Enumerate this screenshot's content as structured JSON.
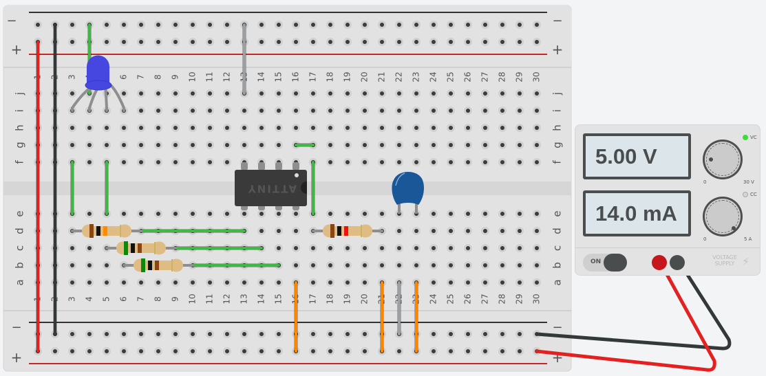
{
  "breadboard": {
    "columns": [
      "1",
      "2",
      "3",
      "4",
      "5",
      "6",
      "7",
      "8",
      "9",
      "10",
      "11",
      "12",
      "13",
      "14",
      "15",
      "16",
      "17",
      "18",
      "19",
      "20",
      "21",
      "22",
      "23",
      "24",
      "25",
      "26",
      "27",
      "28",
      "29",
      "30"
    ],
    "rows_top": [
      "j",
      "i",
      "h",
      "g",
      "f"
    ],
    "rows_bottom": [
      "e",
      "d",
      "c",
      "b",
      "a"
    ],
    "rail_minus_label": "−",
    "rail_plus_label": "+",
    "chip_label": "ATTINY"
  },
  "components": {
    "led": {
      "color": "#4646e0",
      "name": "RGB LED"
    },
    "capacitor": {
      "color": "#1a5799",
      "name": "Ceramic capacitor"
    },
    "chip": {
      "name": "ATTINY",
      "pins": 8
    },
    "resistors": [
      {
        "bands": [
          "#8b4513",
          "#111111",
          "#ff8c00",
          "#c8b560"
        ]
      },
      {
        "bands": [
          "#0a8a0a",
          "#111111",
          "#8b4513",
          "#c8b560"
        ]
      },
      {
        "bands": [
          "#0a8a0a",
          "#111111",
          "#8b4513",
          "#c8b560"
        ]
      },
      {
        "bands": [
          "#8b4513",
          "#111111",
          "#ee1111",
          "#c8b560"
        ]
      }
    ]
  },
  "wire_colors": {
    "red": "#e42121",
    "black": "#333838",
    "green": "#41b843",
    "gray": "#9ca0a2",
    "orange": "#ff8400"
  },
  "power_supply": {
    "voltage_display": "5.00 V",
    "current_display": "14.0 mA",
    "voltage_knob": {
      "min_label": "0",
      "max_label": "30 V"
    },
    "current_knob": {
      "min_label": "0",
      "max_label": "5 A"
    },
    "vc_label": "VC",
    "cc_label": "CC",
    "vc_active": true,
    "cc_active": false,
    "power_switch_label": "ON",
    "brand_line1": "VOLTAGE",
    "brand_line2": "SUPPLY",
    "vc_led_color": "#3ddc3d",
    "cc_led_color": "#d4d4d4",
    "positive_jack_color": "#c4161c",
    "negative_jack_color": "#4a4d4e"
  }
}
